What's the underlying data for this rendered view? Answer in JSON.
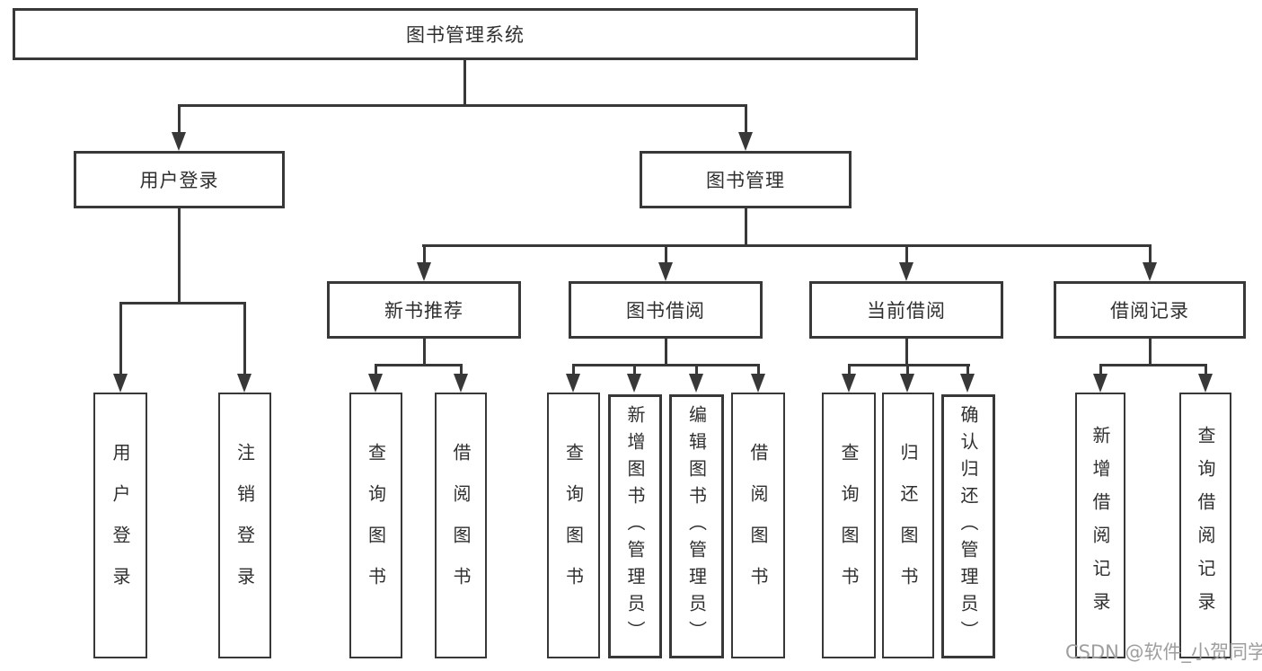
{
  "diagram": {
    "root": {
      "label": "图书管理系统"
    },
    "branches": [
      {
        "label": "用户登录",
        "children": [
          {
            "label": "用户登录"
          },
          {
            "label": "注销登录"
          }
        ]
      },
      {
        "label": "图书管理",
        "sections": [
          {
            "label": "新书推荐",
            "children": [
              {
                "label": "查询图书"
              },
              {
                "label": "借阅图书"
              }
            ]
          },
          {
            "label": "图书借阅",
            "children": [
              {
                "label": "查询图书"
              },
              {
                "label": "新增图书（管理员）"
              },
              {
                "label": "编辑图书（管理员）"
              },
              {
                "label": "借阅图书"
              }
            ]
          },
          {
            "label": "当前借阅",
            "children": [
              {
                "label": "查询图书"
              },
              {
                "label": "归还图书"
              },
              {
                "label": "确认归还（管理员）"
              }
            ]
          },
          {
            "label": "借阅记录",
            "children": [
              {
                "label": "新增借阅记录"
              },
              {
                "label": "查询借阅记录"
              }
            ]
          }
        ]
      }
    ]
  },
  "watermark": {
    "text": "CSDN @软件_小贺同学"
  },
  "colors": {
    "line": "#383838",
    "text": "#2f2f2f",
    "watermark": "#9e9e9e",
    "background": "#ffffff"
  }
}
